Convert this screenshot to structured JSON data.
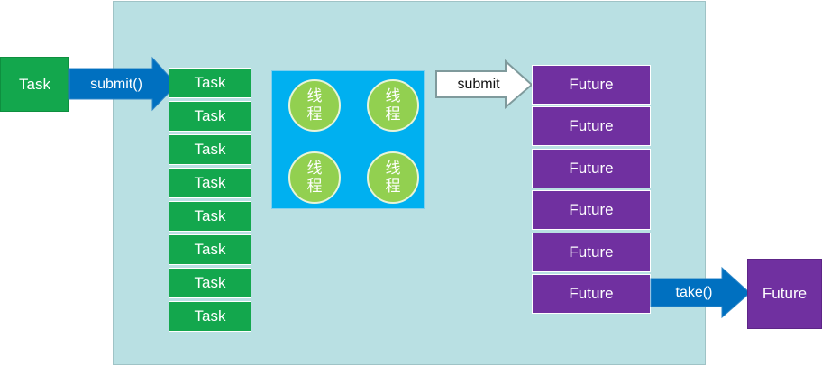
{
  "diagram": {
    "left_task": {
      "label": "Task"
    },
    "submit_arrow": {
      "label": "submit()"
    },
    "queue": {
      "items": [
        "Task",
        "Task",
        "Task",
        "Task",
        "Task",
        "Task",
        "Task",
        "Task"
      ]
    },
    "thread_pool": {
      "threads": [
        {
          "line1": "线",
          "line2": "程"
        },
        {
          "line1": "线",
          "line2": "程"
        },
        {
          "line1": "线",
          "line2": "程"
        },
        {
          "line1": "线",
          "line2": "程"
        }
      ]
    },
    "submit_out_arrow": {
      "label": "submit"
    },
    "futures": {
      "items": [
        "Future",
        "Future",
        "Future",
        "Future",
        "Future",
        "Future"
      ]
    },
    "take_arrow": {
      "label": "take()"
    },
    "right_future": {
      "label": "Future"
    }
  },
  "colors": {
    "container_bg": "#b9e0e3",
    "task_green": "#13a74d",
    "pool_blue": "#00b0f0",
    "thread_green": "#92d050",
    "future_purple": "#7030a0",
    "arrow_blue": "#0070c0"
  }
}
